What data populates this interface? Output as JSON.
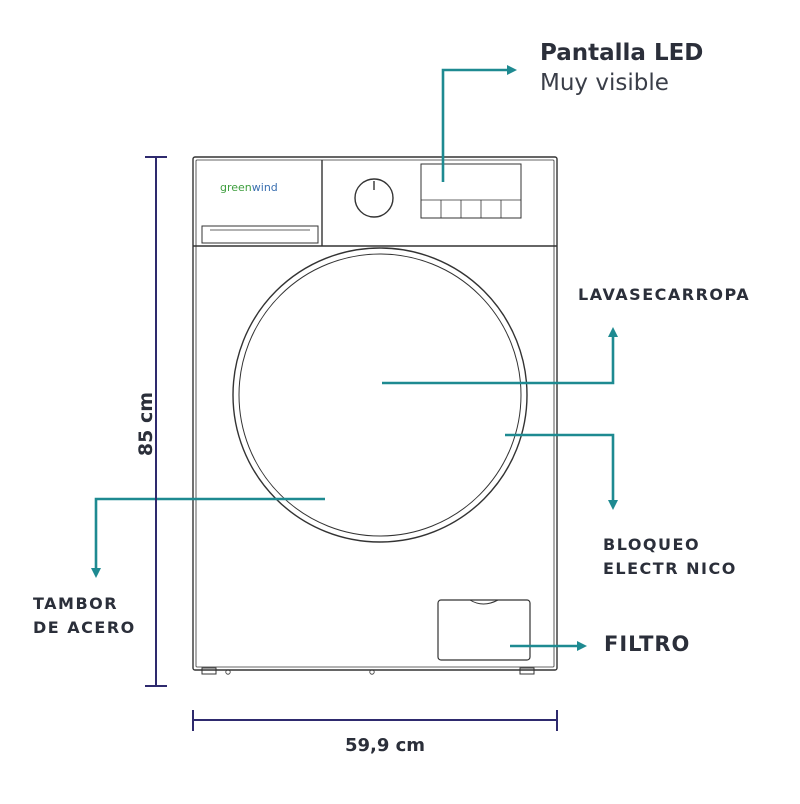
{
  "brand": "greenwind",
  "callouts": {
    "display_title": "Pantalla LED",
    "display_subtitle": "Muy visible",
    "type": "LAVASECARROPA",
    "lock_line1": "BLOQUEO",
    "lock_line2": "ELECTR NICO",
    "drum_line1": "TAMBOR",
    "drum_line2": "DE ACERO",
    "filter": "FILTRO"
  },
  "dimensions": {
    "height": "85 cm",
    "width": "59,9 cm"
  },
  "colors": {
    "arrow": "#1e8a91",
    "dimension": "#2e2a6e",
    "outline": "#333333",
    "brand_green": "#3e9e3e",
    "brand_blue": "#3a6fb0"
  }
}
